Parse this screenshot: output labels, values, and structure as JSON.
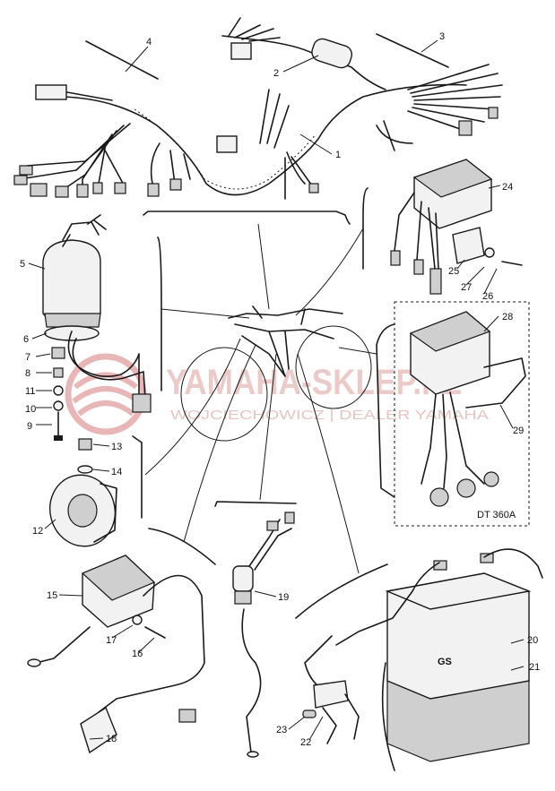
{
  "parts": [
    {
      "number": "1"
    },
    {
      "number": "2"
    },
    {
      "number": "3"
    },
    {
      "number": "4"
    },
    {
      "number": "5"
    },
    {
      "number": "6"
    },
    {
      "number": "7"
    },
    {
      "number": "8"
    },
    {
      "number": "9"
    },
    {
      "number": "10"
    },
    {
      "number": "11"
    },
    {
      "number": "12"
    },
    {
      "number": "13"
    },
    {
      "number": "14"
    },
    {
      "number": "15"
    },
    {
      "number": "16"
    },
    {
      "number": "17"
    },
    {
      "number": "18"
    },
    {
      "number": "19"
    },
    {
      "number": "20"
    },
    {
      "number": "21"
    },
    {
      "number": "22"
    },
    {
      "number": "23"
    },
    {
      "number": "24"
    },
    {
      "number": "25"
    },
    {
      "number": "26"
    },
    {
      "number": "27"
    },
    {
      "number": "28"
    },
    {
      "number": "29"
    }
  ],
  "model_note": "DT 360A",
  "battery_brand": "GS",
  "watermark": {
    "title": "YAMAHA-SKLEP.PL",
    "subtitle": "WOJCIECHOWICZ | DEALER YAMAHA"
  }
}
